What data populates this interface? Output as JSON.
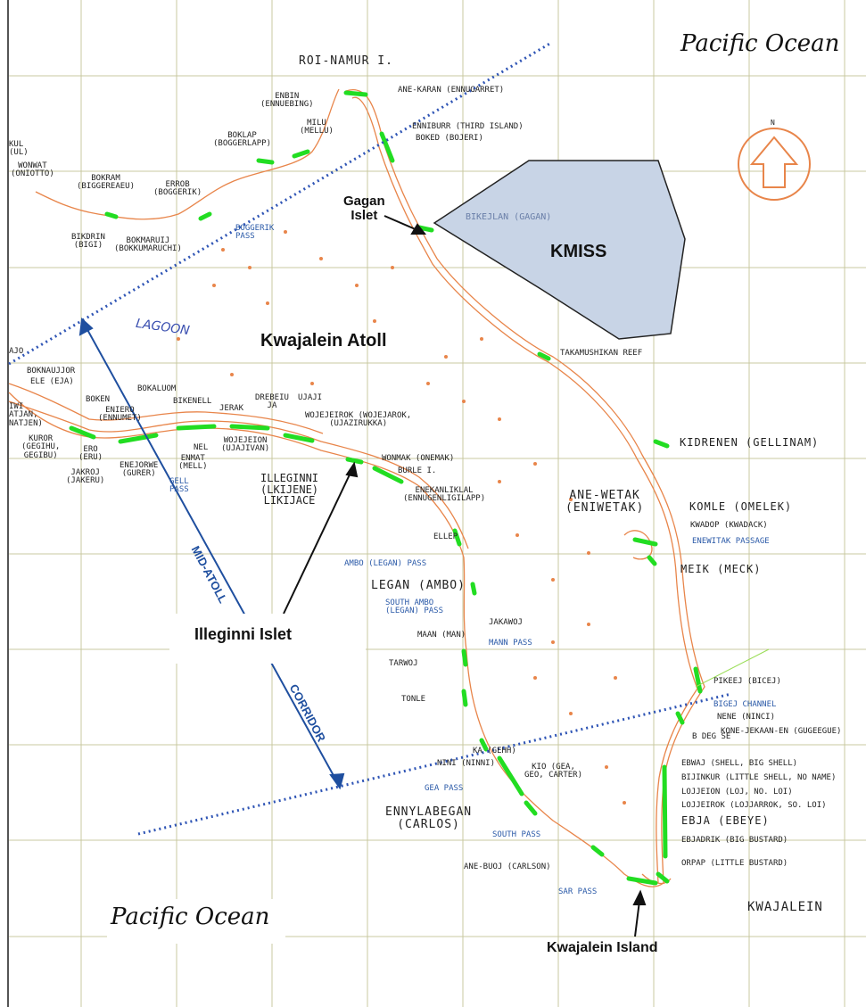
{
  "titles": {
    "pacific_top": "Pacific Ocean",
    "pacific_bottom": "Pacific Ocean",
    "atoll": "Kwajalein Atoll",
    "lagoon": "LAGOON",
    "kmiss": "KMISS",
    "roi_namur": "ROI-NAMUR I.",
    "kwajalein": "KWAJALEIN",
    "gagan_line1": "Gagan",
    "gagan_line2": "Islet",
    "illeginni_callout": "Illeginni Islet",
    "kwajalein_island": "Kwajalein Island",
    "corridor_mid": "MID-ATOLL",
    "corridor": "CORRIDOR",
    "compass_n": "N"
  },
  "islands": {
    "enbin": "ENBIN\n(ENNUEBING)",
    "milu": "MILU\n(MELLU)",
    "boklap": "BOKLAP\n(BOGGERLAPP)",
    "ane_karan": "ANE-KARAN (ENNUGARRET)",
    "enniburr": "ENNIBURR (THIRD ISLAND)",
    "boked": "BOKED (BOJERI)",
    "bikejlan": "BIKEJLAN (GAGAN)",
    "kul": "KUL\n(UL)",
    "wonwat": "WONWAT\n(ONIOTTO)",
    "bokram": "BOKRAM\n(BIGGEREAEU)",
    "errob": "ERROB\n(BOGGERIK)",
    "bikdrin": "BIKDRIN\n(BIGI)",
    "bokmaruij": "BOKMARUIJ\n(BOKKUMARUCHI)",
    "takamushikan": "TAKAMUSHIKAN REEF",
    "ajo": "AJO",
    "boknaujor": "BOKNAUJJOR",
    "ele": "ELE (EJA)",
    "bokaluom": "BOKALUOM",
    "boken": "BOKEN",
    "eniero": "ENIERO\n(ENNUMET)",
    "bikenell": "BIKENELL",
    "jerak": "JERAK",
    "drebeiu": "DREBEIU\nJA",
    "ujaji": "UJAJI",
    "wojejeirok": "WOJEJEIROK (WOJEJAROK,\n(UJAZIRUKKA)",
    "atjan": "IWI\nATJAN,\nNATJEN)",
    "kuror": "KUROR\n(GEGIHU,\nGEGIBU)",
    "ero": "ERO\n(ERU)",
    "jakroj": "JAKROJ\n(JAKERU)",
    "enejorwe": "ENEJORWE\n(GURER)",
    "enmat": "ENMAT\n(MELL)",
    "nel": "NEL",
    "wojejeion": "WOJEJEION\n(UJAJIVAN)",
    "kidrenen": "KIDRENEN (GELLINAM)",
    "illeginni": "ILLEGINNI\n(LKIJENE)\nLIKIJACE",
    "wonmak": "WONMAK (ONEMAK)",
    "burle": "BURLE I.",
    "enekanliklal": "ENEKANLIKLAL\n(ENNUGENLIGILAPP)",
    "ane_wetak": "ANE-WETAK\n(ENIWETAK)",
    "komle": "KOMLE (OMELEK)",
    "kwadop": "KWADOP (KWADACK)",
    "ellep": "ELLEP",
    "meik": "MEIK (MECK)",
    "legan": "LEGAN (AMBO)",
    "jakawoj": "JAKAWOJ",
    "maan": "MAAN (MAN)",
    "tarwoj": "TARWOJ",
    "tonle": "TONLE",
    "pikeej": "PIKEEJ (BICEJ)",
    "nene": "NENE (NINCI)",
    "b_deg": "B DEG SE",
    "kone": "KONE-JEKAAN-EN (GUGEEGUE)",
    "ka": "KA (GEHH)",
    "nini": "NINI (NINNI)",
    "kio": "KIO (GEA,\nGEO, CARTER)",
    "ebwaj": "EBWAJ (SHELL, BIG SHELL)",
    "bijinkur": "BIJINKUR (LITTLE SHELL, NO NAME)",
    "lojjeion": "LOJJEION (LOJ, NO. LOI)",
    "lojjeirok": "LOJJEIROK (LOJJARROK, SO. LOI)",
    "ebja": "EBJA (EBEYE)",
    "ennylabegan": "ENNYLABEGAN\n(CARLOS)",
    "ebjadrik": "EBJADRIK (BIG BUSTARD)",
    "ane_buoj": "ANE-BUOJ (CARLSON)",
    "orpap": "ORPAP (LITTLE BUSTARD)"
  },
  "passes": {
    "boggerik": "BOGGERIK\nPASS",
    "gell": "GELL\nPASS",
    "enewitak": "ENEWITAK PASSAGE",
    "ambo": "AMBO (LEGAN) PASS",
    "south_ambo": "SOUTH AMBO\n(LEGAN) PASS",
    "mann": "MANN PASS",
    "bigej": "BIGEJ CHANNEL",
    "gea": "GEA PASS",
    "south": "SOUTH PASS",
    "sar": "SAR PASS"
  },
  "colors": {
    "reef": "#e8854a",
    "land": "#22dd22",
    "kmiss_fill": "#c8d4e6",
    "grid": "#c8c8a0",
    "corridor": "#1f4f9f",
    "dotted": "#2f55b5"
  }
}
